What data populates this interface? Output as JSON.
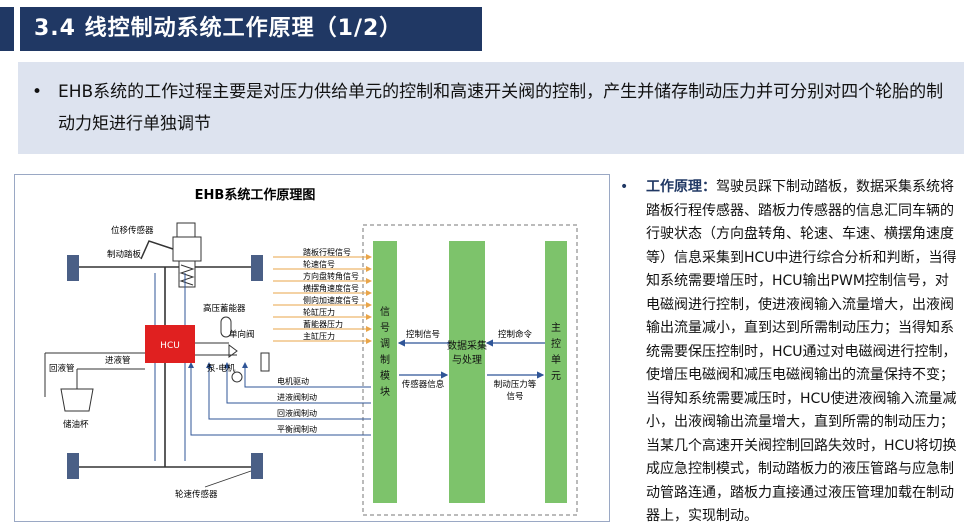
{
  "header": {
    "title": "3.4 线控制动系统工作原理（1/2）"
  },
  "summary": {
    "bullet": "•",
    "text": "EHB系统的工作过程主要是对压力供给单元的控制和高速开关阀的控制，产生并储存制动压力并可分别对四个轮胎的制动力矩进行单独调节"
  },
  "diagram": {
    "title": "EHB系统工作原理图",
    "labels": {
      "displacement_sensor": "位移传感器",
      "brake_pedal": "制动踏板",
      "hcu": "HCU",
      "accumulator": "高压蓄能器",
      "check_valve": "单向阀",
      "pump_motor": "泵-电机",
      "return_pipe": "回液管",
      "inlet_pipe": "进液管",
      "reservoir": "储油杯",
      "wheel_speed_sensor": "轮速传感器"
    },
    "input_signals": [
      "踏板行程信号",
      "轮速信号",
      "方向盘转角信号",
      "横摆角速度信号",
      "侧向加速度信号",
      "轮缸压力",
      "蓄能器压力",
      "主缸压力"
    ],
    "control_lines": [
      "电机驱动",
      "进液阀制动",
      "回液阀制动",
      "平衡阀制动"
    ],
    "module_signal": "信号调制模块",
    "processing": "数据采集与处理",
    "main_control": "主控单元",
    "arrow_control_signal": "控制信号",
    "arrow_sensor_info": "传感器信息",
    "arrow_control_cmd": "控制命令",
    "arrow_pressure_signal": "制动压力等信号"
  },
  "explanation": {
    "bullet": "•",
    "heading": "工作原理：",
    "text": "驾驶员踩下制动踏板，数据采集系统将踏板行程传感器、踏板力传感器的信息汇同车辆的行驶状态（方向盘转角、轮速、车速、横摆角速度等）信息采集到HCU中进行综合分析和判断，当得知系统需要增压时，HCU输出PWM控制信号，对电磁阀进行控制，使进液阀输入流量增大，出液阀输出流量减小，直到达到所需制动压力；当得知系统需要保压控制时，HCU通过对电磁阀进行控制，使增压电磁阀和减压电磁阀输出的流量保持不变；当得知系统需要减压时，HCU使进液阀输入流量减小，出液阀输出流量增大，直到所需的制动压力；当某几个高速开关阀控制回路失效时，HCU将切换成应急控制模式，制动踏板力的液压管路与应急制动管路连通，踏板力直接通过液压管理加载在制动器上，实现制动。"
  },
  "colors": {
    "title_bg": "#203864",
    "summary_bg": "#dde3ef",
    "green_block": "#7dc36b",
    "hcu_red": "#e02020",
    "signal_orange": "#e9a54a",
    "line_blue": "#2f5597"
  }
}
